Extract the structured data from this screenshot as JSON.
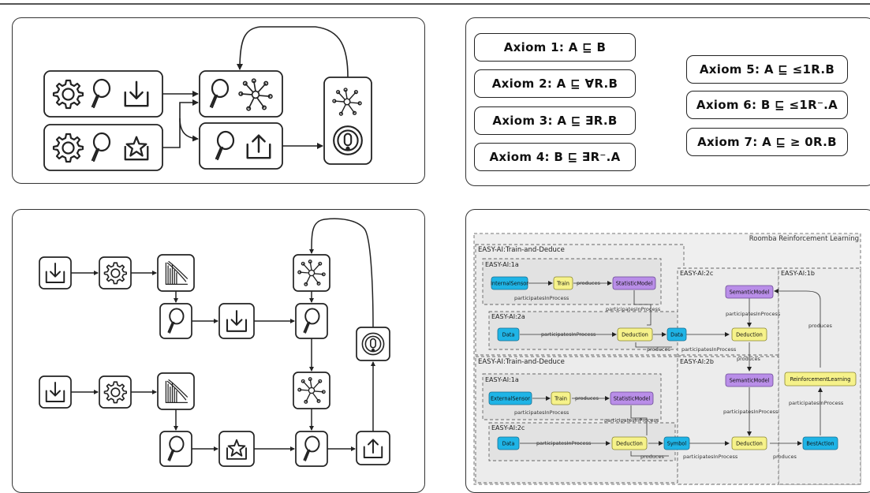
{
  "axioms": {
    "a1": "Axiom 1: A ⊑ B",
    "a2": "Axiom 2: A ⊑ ∀R.B",
    "a3": "Axiom 3: A ⊑ ∃R.B",
    "a4": "Axiom 4: B ⊑ ∃R⁻.A",
    "a5": "Axiom 5: A ⊑ ≤1R.B",
    "a6": "Axiom 6: B ⊑ ≤1R⁻.A",
    "a7": "Axiom 7: A ⊑ ≥ 0R.B"
  },
  "easy": {
    "outer_title": "Roomba Reinforcement Learning",
    "group_top": "EASY-AI:Train-and-Deduce",
    "group_bottom": "EASY-AI:Train-and-Deduce",
    "g1a_top": "EASY-AI:1a",
    "g2a": "EASY-AI:2a",
    "g2c_top": "EASY-AI:2c",
    "g1b": "EASY-AI:1b",
    "g2b": "EASY-AI:2b",
    "g1a_bottom": "EASY-AI:1a",
    "g2c_bottom": "EASY-AI:2c",
    "nodes": {
      "internal_sensor": "InternalSensor",
      "train_top": "Train",
      "statistic_model_top": "StatisticModel",
      "data_top": "Data",
      "deduction_top": "Deduction",
      "data_mid": "Data",
      "semantic_model_top": "SemanticModel",
      "deduction_2c": "Deduction",
      "external_sensor": "ExternalSensor",
      "train_bottom": "Train",
      "statistic_model_bottom": "StatisticModel",
      "data_bottom": "Data",
      "deduction_bottom": "Deduction",
      "symbol": "Symbol",
      "semantic_model_2b": "SemanticModel",
      "deduction_2b": "Deduction",
      "reinforcement_learning": "ReinforcementLearning",
      "best_action": "BestAction"
    },
    "edge_labels": {
      "produces_1": "produces",
      "pip_1": "participatesInProcess",
      "pip_2": "participatesInProcess",
      "pip_3": "participatesInProcess",
      "produces_2": "produces",
      "pip_4": "participatesInProcess",
      "pip_5": "participatesInProcess",
      "produces_3": "produces",
      "produces_4": "produces",
      "produces_5": "produces",
      "pip_6": "participatesInProcess",
      "pip_7": "participatesInProcess",
      "pip_8": "participatesInProcess",
      "pip_9": "participatesInProcess",
      "produces_6": "produces",
      "pip_10": "participatesInProcess",
      "produces_7": "produces",
      "pip_11": "participatesInProcess"
    }
  },
  "colors": {
    "sensor_cyan": "#1fb4e6",
    "process_yellow": "#f6f28a",
    "model_purple": "#b98ee8"
  },
  "icons": [
    "gear-icon",
    "magnifier-icon",
    "download-tray-icon",
    "star-tray-icon",
    "upload-tray-icon",
    "network-icon",
    "roomba-icon",
    "sketch-icon"
  ]
}
